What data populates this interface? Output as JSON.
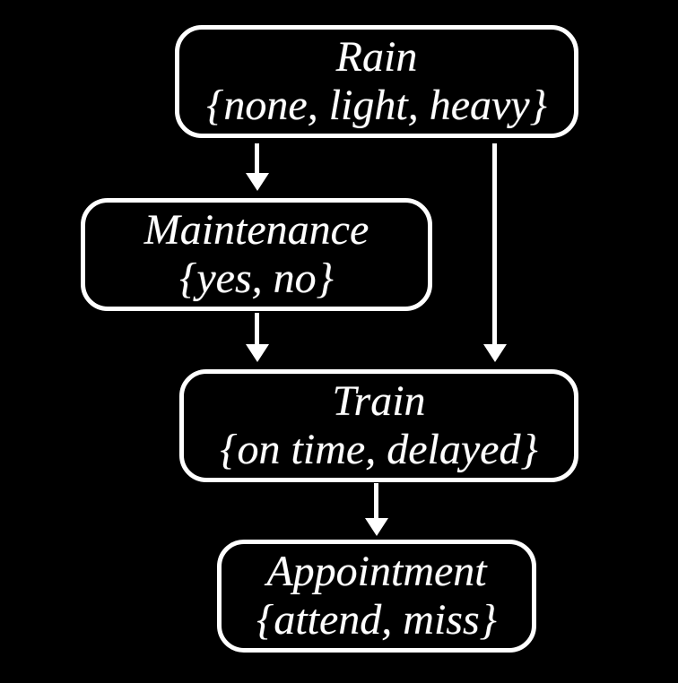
{
  "diagram": {
    "type": "bayesian-network",
    "background_color": "#000000",
    "stroke_color": "#ffffff",
    "text_color": "#ffffff",
    "nodes": [
      {
        "name": "Rain",
        "domain": "{none, light, heavy}"
      },
      {
        "name": "Maintenance",
        "domain": "{yes, no}"
      },
      {
        "name": "Train",
        "domain": "{on time, delayed}"
      },
      {
        "name": "Appointment",
        "domain": "{attend, miss}"
      }
    ],
    "edges": [
      {
        "from": "Rain",
        "to": "Maintenance"
      },
      {
        "from": "Rain",
        "to": "Train"
      },
      {
        "from": "Maintenance",
        "to": "Train"
      },
      {
        "from": "Train",
        "to": "Appointment"
      }
    ]
  }
}
